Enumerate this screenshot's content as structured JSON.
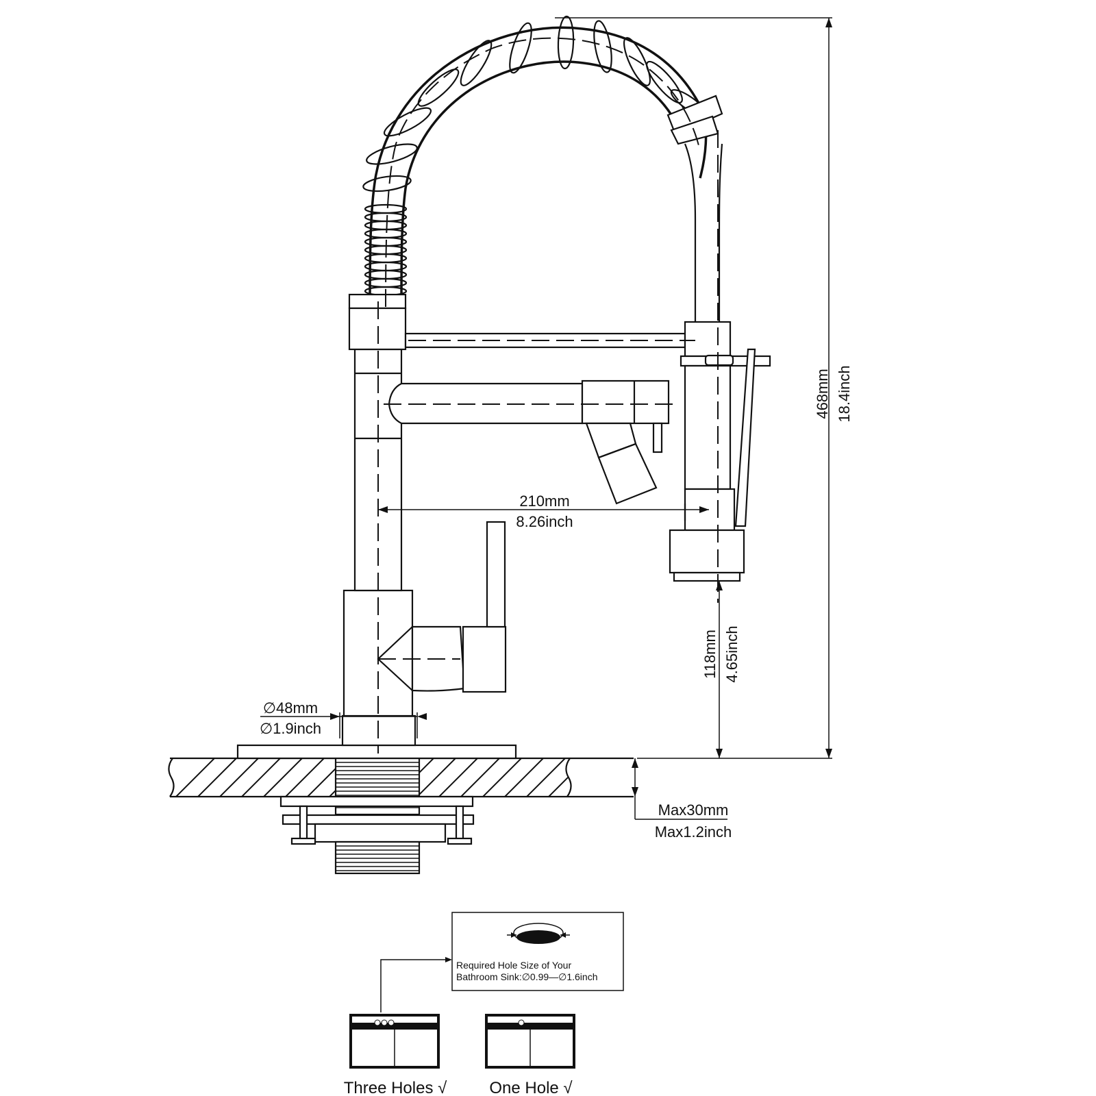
{
  "dimensions": {
    "height_mm": "468mm",
    "height_inch": "18.4inch",
    "reach_mm": "210mm",
    "reach_inch": "8.26inch",
    "spout_height_mm": "118mm",
    "spout_height_inch": "4.65inch",
    "base_diameter_mm": "∅48mm",
    "base_diameter_inch": "∅1.9inch",
    "deck_thickness_mm": "Max30mm",
    "deck_thickness_inch": "Max1.2inch"
  },
  "hole_note": {
    "line1": "Required Hole Size of Your",
    "line2": "Bathroom Sink:∅0.99—∅1.6inch"
  },
  "sink_options": [
    {
      "label": "Three Holes √",
      "holes": 3
    },
    {
      "label": "One Hole √",
      "holes": 1
    }
  ]
}
